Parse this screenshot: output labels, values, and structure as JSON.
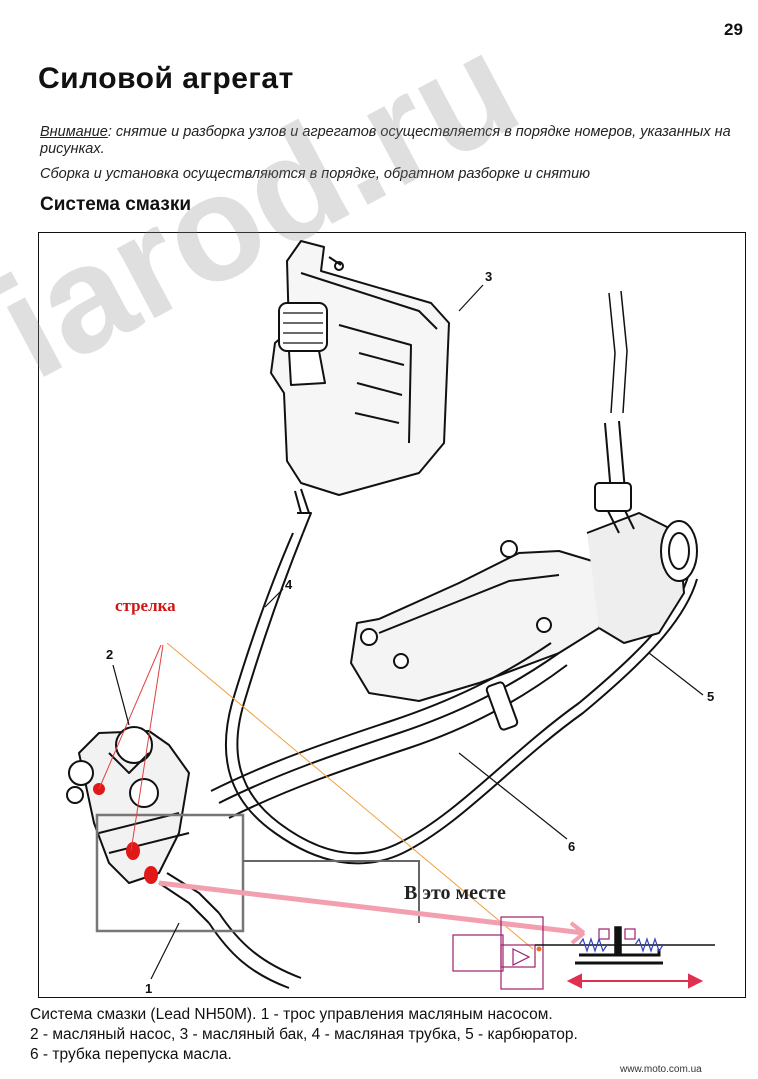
{
  "page_number": "29",
  "title": "Силовой агрегат",
  "note": {
    "label": "Внимание",
    "text": ": снятие и разборка узлов и агрегатов осуществляется в порядке номеров, указанных на рисунках."
  },
  "note2": "Сборка и установка осуществляются в порядке, обратном разборке и снятию",
  "section_title": "Система смазки",
  "watermark": "iarod.ru",
  "figure": {
    "callouts": {
      "red": "стрелка",
      "dark": "В это месте"
    },
    "numbers": [
      "1",
      "2",
      "3",
      "4",
      "5",
      "6"
    ]
  },
  "caption": {
    "line1": "Система смазки (Lead NH50M). 1 - трос управления масляным насосом.",
    "line2": "2 - масляный насос, 3 - масляный бак, 4 - масляная трубка, 5 - карбюратор.",
    "line3": "6 - трубка перепуска масла."
  },
  "footer": "www.moto.com.ua",
  "colors": {
    "callout_red": "#d21414",
    "pink_arrow": "#f2a0b0",
    "magenta_schematic": "#a0206a",
    "blue_spring": "#3040c0",
    "orange_line": "#f0a040"
  }
}
